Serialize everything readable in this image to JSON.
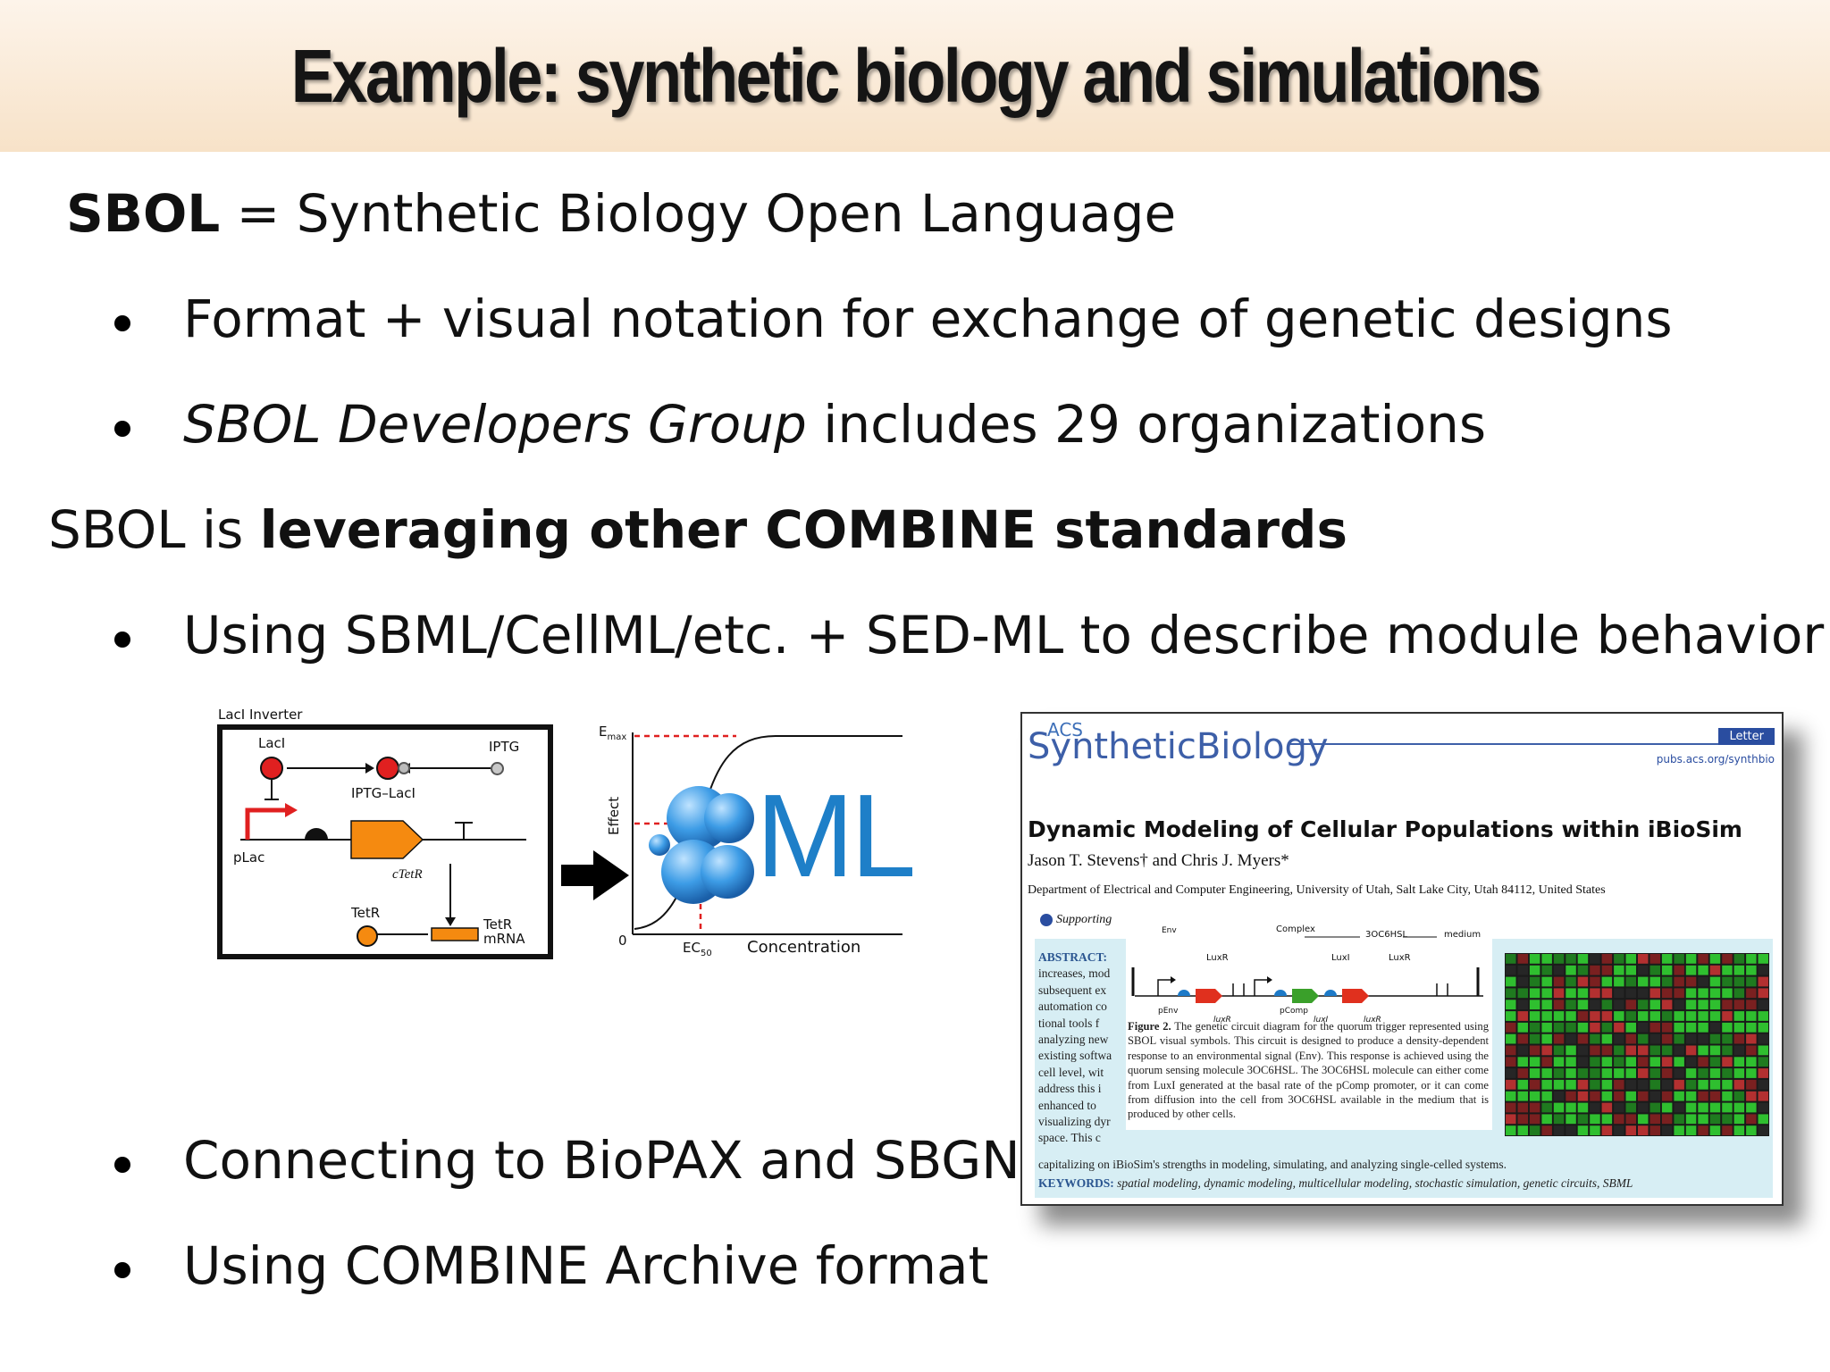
{
  "header": {
    "title": "Example: synthetic biology and simulations"
  },
  "lines": {
    "sbol_bold": "SBOL",
    "sbol_rest": " = Synthetic Biology Open Language",
    "b1": "Format + visual notation for exchange of genetic designs",
    "b2_italic": "SBOL Developers Group",
    "b2_rest": " includes 29 organizations",
    "leverage_pre": "SBOL is ",
    "leverage_bold": "leveraging other COMBINE standards",
    "b3": "Using SBML/CellML/etc. + SED-ML to describe module behavior",
    "b4": "Connecting to BioPAX and SBGN",
    "b5": "Using COMBINE Archive format"
  },
  "circuit": {
    "title": "LacI  Inverter",
    "lacl": "LacI",
    "iptg": "IPTG",
    "iptg_lacl": "IPTG–LacI",
    "plac": "pLac",
    "ctetr": "cTetR",
    "tetr": "TetR",
    "tetr_mrna_1": "TetR",
    "tetr_mrna_2": "mRNA",
    "red": "#e02020",
    "orange": "#f58a10"
  },
  "plot": {
    "emax": "E",
    "emax_sub": "max",
    "ylabel": "Effect",
    "zero": "0",
    "ec": "EC",
    "ec_sub": "50",
    "xlabel": "Concentration",
    "logo_text": "ML",
    "logo_color": "#1e7fc8"
  },
  "article": {
    "acs": "ACS",
    "journal": "SyntheticBiology",
    "letter": "Letter",
    "url": "pubs.acs.org/synthbio",
    "title": "Dynamic Modeling of Cellular Populations within iBioSim",
    "authors": "Jason T. Stevens† and Chris J. Myers*",
    "dept": "Department of Electrical and Computer Engineering, University of Utah, Salt Lake City, Utah 84112, United States",
    "supporting": "Supporting",
    "abstract_head": "ABSTRACT:",
    "abstract_left": "increases, mod subsequent ex automation co tional tools f analyzing new existing softwa cell level, wit address this i enhanced to visualizing dyr space. This c",
    "abstract_last": "capitalizing on iBioSim's strengths in modeling, simulating, and analyzing single-celled systems.",
    "keywords_head": "KEYWORDS:",
    "keywords": "spatial modeling, dynamic modeling, multicellular modeling, stochastic simulation, genetic circuits, SBML",
    "fig_env": "Env",
    "fig_complex": "Complex",
    "fig_3oc": "3OC6HSL",
    "fig_medium": "medium",
    "fig_luxr1": "LuxR",
    "fig_luxi": "LuxI",
    "fig_luxr2": "LuxR",
    "fig_penv": "pEnv",
    "fig_pcomp": "pComp",
    "fig_luxr_gene1": "luxR",
    "fig_luxi_gene": "luxI",
    "fig_luxr_gene2": "luxR",
    "caption_head": "Figure 2.",
    "caption": " The genetic circuit diagram for the quorum trigger represented using SBOL visual symbols. This circuit is designed to produce a density-dependent response to an environmental signal (Env). This response is achieved using the quorum sensing molecule 3OC6HSL. The 3OC6HSL molecule can either come from LuxI generated at the basal rate of the pComp promoter, or it can come from diffusion into the cell from 3OC6HSL available in the medium that is produced by other cells."
  }
}
